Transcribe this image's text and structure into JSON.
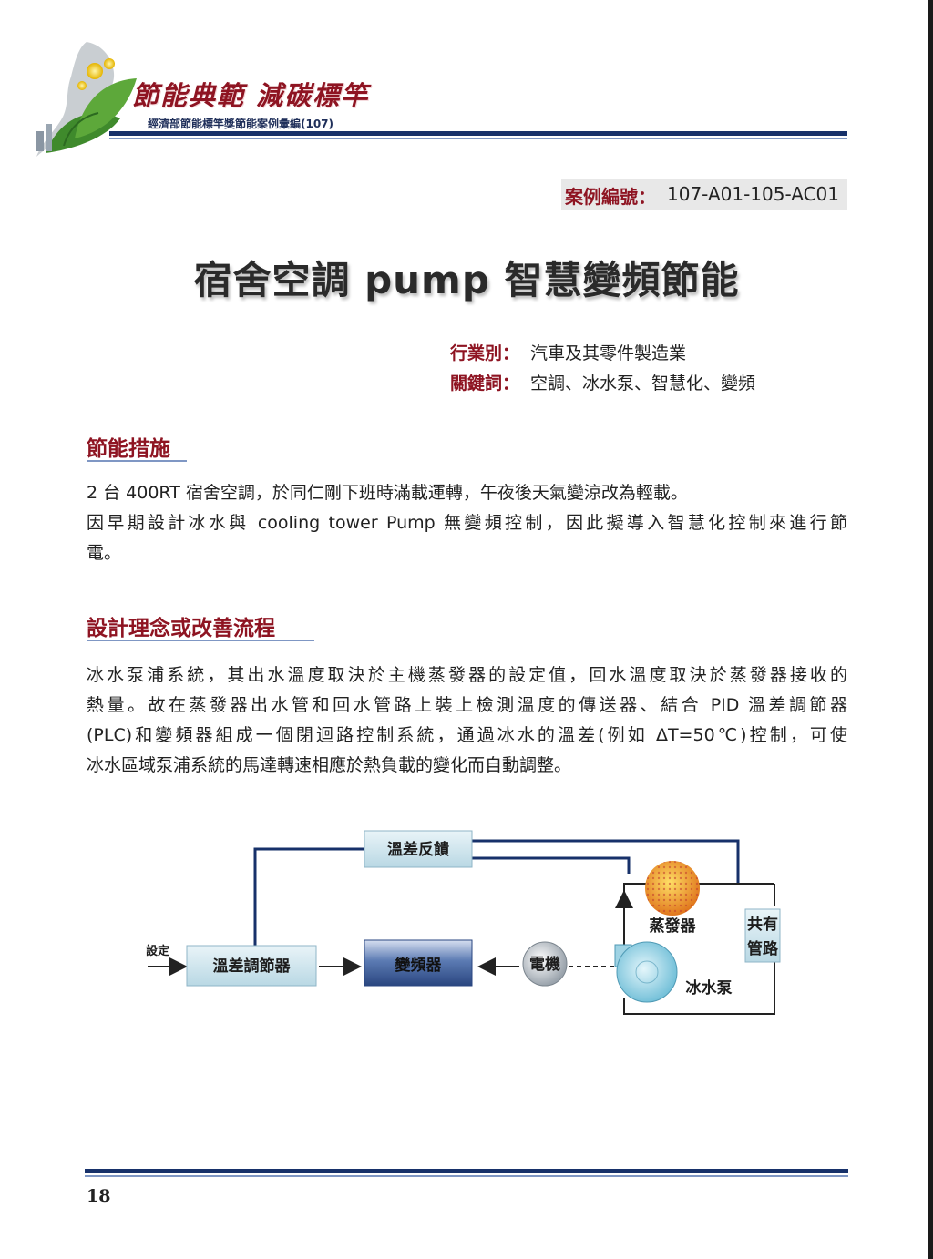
{
  "header": {
    "brand_title": "節能典範 減碳標竿",
    "brand_subtitle": "經濟部節能標竿獎節能案例彙編(107)"
  },
  "case": {
    "label": "案例編號：",
    "value": "107-A01-105-AC01"
  },
  "title": "宿舍空調 pump 智慧變頻節能",
  "meta": {
    "industry_label": "行業別：",
    "industry_value": "汽車及其零件製造業",
    "keywords_label": "關鍵詞：",
    "keywords_value": "空調、冰水泵、智慧化、變頻"
  },
  "section1": {
    "heading": "節能措施",
    "lines": [
      "2 台 400RT 宿舍空調，於同仁剛下班時滿載運轉，午夜後天氣變涼改為輕載。",
      "因早期設計冰水與 cooling tower Pump 無變頻控制，因此擬導入智慧化控制來進行節",
      "電。"
    ]
  },
  "section2": {
    "heading": "設計理念或改善流程",
    "lines": [
      "冰水泵浦系統，其出水溫度取決於主機蒸發器的設定值，回水溫度取決於蒸發器接收的",
      "熱量。故在蒸發器出水管和回水管路上裝上檢測溫度的傳送器、結合 PID 溫差調節器",
      "(PLC)和變頻器組成一個閉迴路控制系統，通過冰水的溫差(例如 ΔT=50℃)控制，可使",
      "冰水區域泵浦系統的馬達轉速相應於熱負載的變化而自動調整。"
    ]
  },
  "diagram": {
    "feedback_label": "溫差反饋",
    "setpoint_label": "設定",
    "controller_label": "溫差調節器",
    "inverter_label": "變頻器",
    "motor_label": "電機",
    "evaporator_label": "蒸發器",
    "shared_pipe_label_1": "共有",
    "shared_pipe_label_2": "管路",
    "pump_label": "冰水泵"
  },
  "footer": {
    "page_number": "18"
  },
  "colors": {
    "accent": "#8e1422",
    "navy": "#17316a",
    "rule_light": "#7f97c4",
    "case_bg": "#e8e8e8"
  }
}
